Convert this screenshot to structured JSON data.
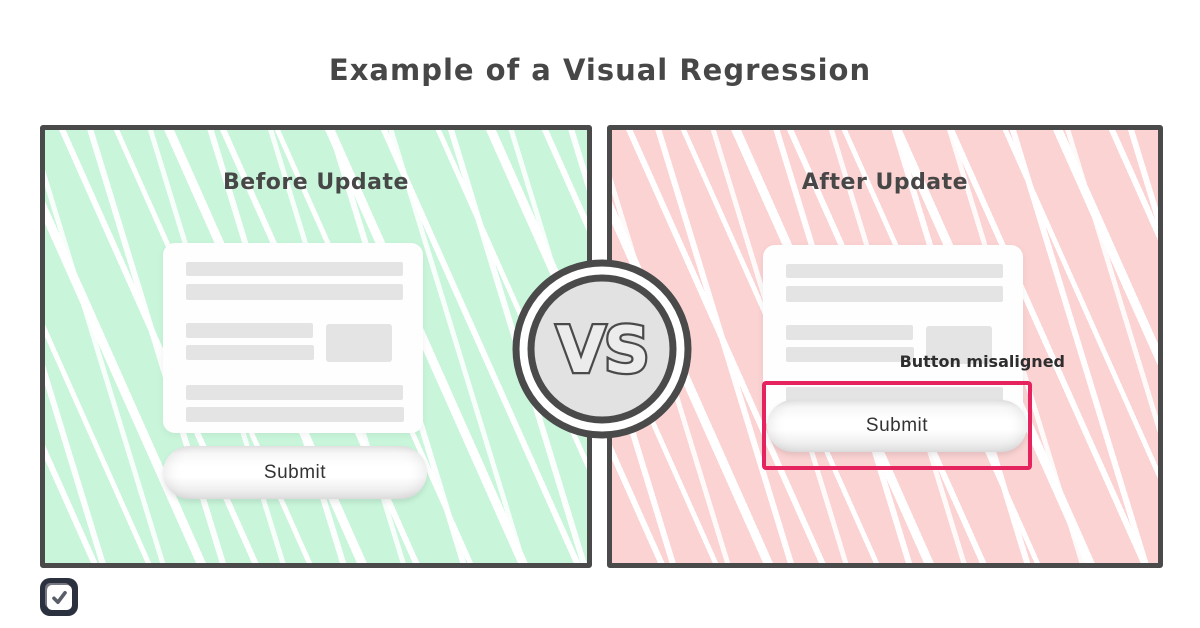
{
  "title": "Example of a Visual Regression",
  "vs_badge": {
    "label": "VS"
  },
  "before_panel": {
    "heading": "Before Update",
    "submit_label": "Submit"
  },
  "after_panel": {
    "heading": "After Update",
    "submit_label": "Submit",
    "annotation": "Button misaligned"
  },
  "icons": {
    "logo": "checklist-check-icon"
  },
  "colors": {
    "ink": "#4a4a4a",
    "before_background": "#c9f6db",
    "after_background": "#fbd3d3",
    "highlight": "#e5245f",
    "skeleton": "#e4e4e4",
    "badge_fill": "#e2e2e2",
    "logo_background": "#2c3140"
  }
}
